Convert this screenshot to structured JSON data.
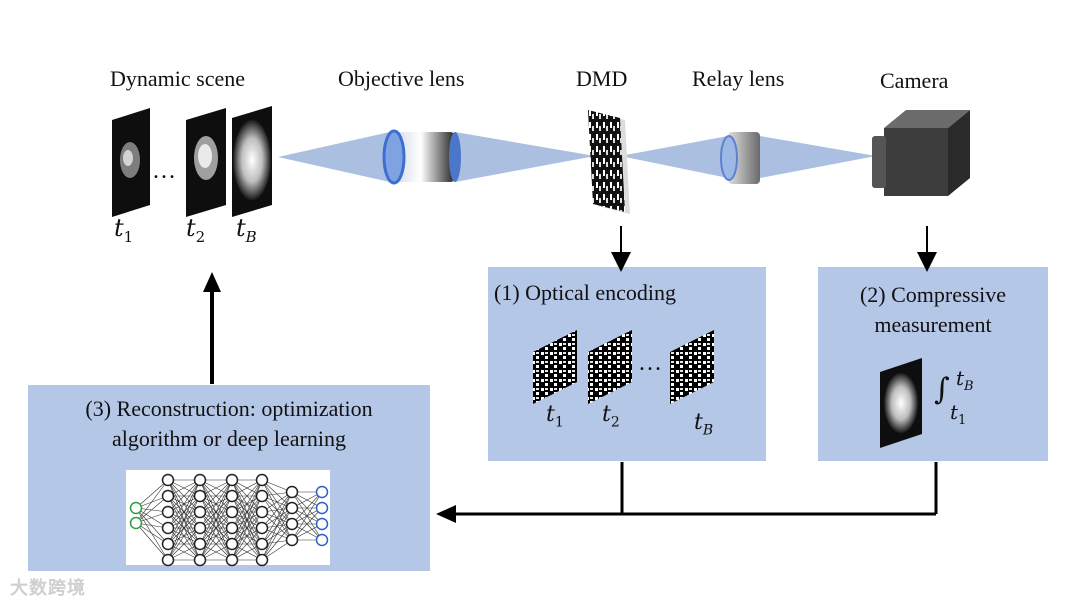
{
  "labels": {
    "scene": "Dynamic  scene",
    "objective": "Objective lens",
    "dmd": "DMD",
    "relay": "Relay lens",
    "camera": "Camera"
  },
  "time": {
    "t": "t",
    "s1": "1",
    "s2": "2",
    "sB": "B",
    "ellipsis": "…",
    "integral": "∫"
  },
  "box_encoding": {
    "title": "(1) Optical encoding"
  },
  "box_measure": {
    "line1": "(2) Compressive",
    "line2": "measurement"
  },
  "box_recon": {
    "line1": "(3) Reconstruction:  optimization",
    "line2": "algorithm or deep learning"
  },
  "watermark": "大数跨境",
  "colors": {
    "box": "#b4c7e7",
    "beam": "#8fa9d6",
    "arrow": "#000000"
  }
}
